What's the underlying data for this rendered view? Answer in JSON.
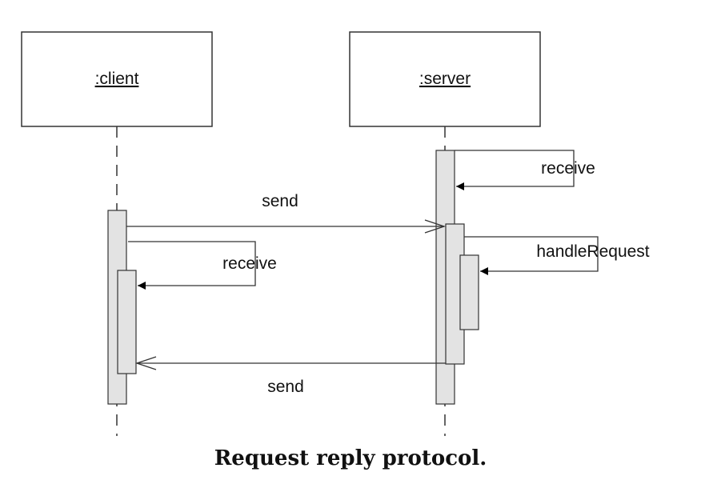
{
  "diagram": {
    "lifelines": [
      {
        "label": ":client"
      },
      {
        "label": ":server"
      }
    ],
    "messages": [
      {
        "label": "send",
        "from": ":client",
        "to": ":server"
      },
      {
        "label": "receive",
        "from": ":server",
        "to": ":server"
      },
      {
        "label": "handleRequest",
        "from": ":server",
        "to": ":server"
      },
      {
        "label": "send",
        "from": ":server",
        "to": ":client"
      },
      {
        "label": "receive",
        "from": ":client",
        "to": ":client"
      }
    ]
  },
  "caption": "Request reply protocol."
}
